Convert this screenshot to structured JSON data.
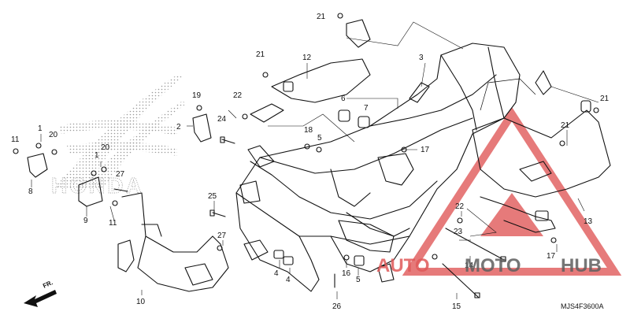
{
  "diagram": {
    "callouts": [
      "21",
      "12",
      "3",
      "21",
      "22",
      "19",
      "24",
      "2",
      "6",
      "7",
      "18",
      "5",
      "17",
      "21",
      "1",
      "20",
      "11",
      "8",
      "1",
      "20",
      "27",
      "9",
      "11",
      "25",
      "27",
      "23",
      "22",
      "14",
      "13",
      "17",
      "4",
      "4",
      "16",
      "5",
      "10",
      "26",
      "15"
    ],
    "part_code": "MJS4F3600A",
    "direction_label": "FR.",
    "brand_mark": "HONDA",
    "watermark": {
      "part1": "AUTO",
      "part2": "MOTO",
      "part3": "HUB"
    },
    "colors": {
      "line": "#111111",
      "watermark_red": "#e05a5a",
      "watermark_gray": "#5f5f5f"
    }
  }
}
